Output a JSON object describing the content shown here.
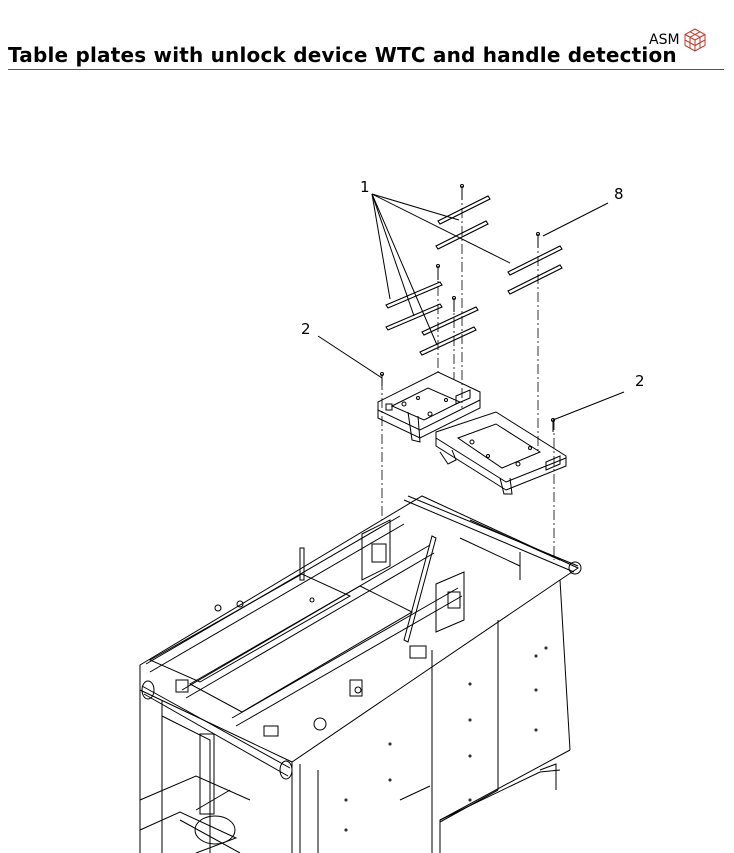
{
  "header": {
    "title": "Table plates with unlock device WTC and handle detection",
    "logo_text": "ASM",
    "logo_icon": "asm-cube-logo"
  },
  "drawing": {
    "callouts": [
      {
        "id": "1",
        "label": "1"
      },
      {
        "id": "8",
        "label": "8"
      },
      {
        "id": "2a",
        "label": "2"
      },
      {
        "id": "2b",
        "label": "2"
      }
    ]
  },
  "colors": {
    "line": "#000000",
    "rule": "#555555",
    "logo_accent": "#c0392b"
  }
}
